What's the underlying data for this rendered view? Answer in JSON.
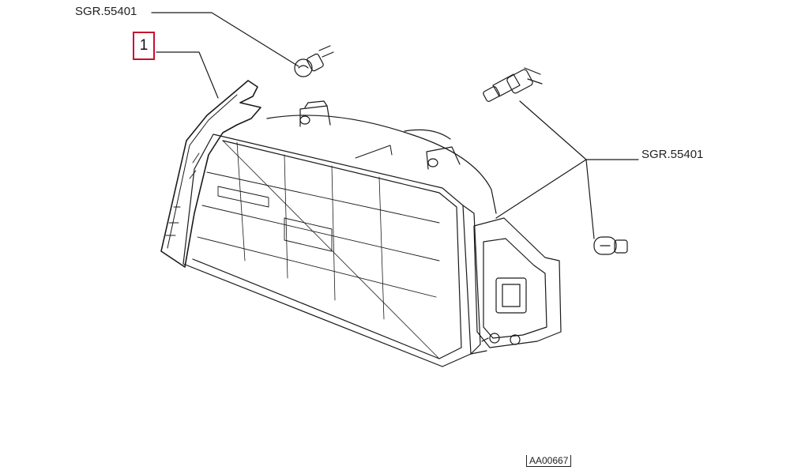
{
  "callouts": {
    "bulb_top": "SGR.55401",
    "bulb_right": "SGR.55401",
    "part_number": "1"
  },
  "reference_code": "AA00667"
}
